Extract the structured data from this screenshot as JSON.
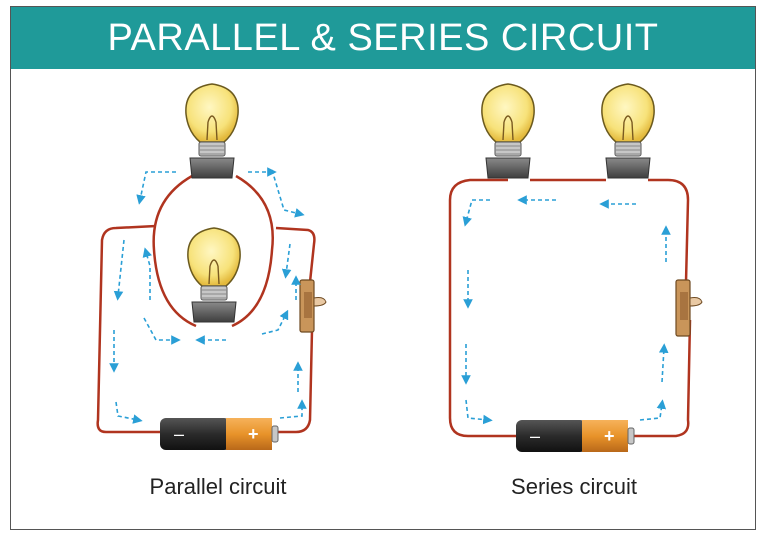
{
  "title": "PARALLEL & SERIES CIRCUIT",
  "captions": {
    "parallel": "Parallel circuit",
    "series": "Series circuit"
  },
  "battery": {
    "minus": "–",
    "plus": "+"
  },
  "colors": {
    "header": "#1f9a99",
    "wire": "#b0341f",
    "arrow": "#2a9fd6",
    "bulb_glass": "#f7e27a",
    "battery_dark": "#2b2b2b",
    "battery_orange": "#e8932a"
  },
  "icons": [
    "light-bulb-icon",
    "battery-icon",
    "switch-icon",
    "current-arrow-icon"
  ]
}
